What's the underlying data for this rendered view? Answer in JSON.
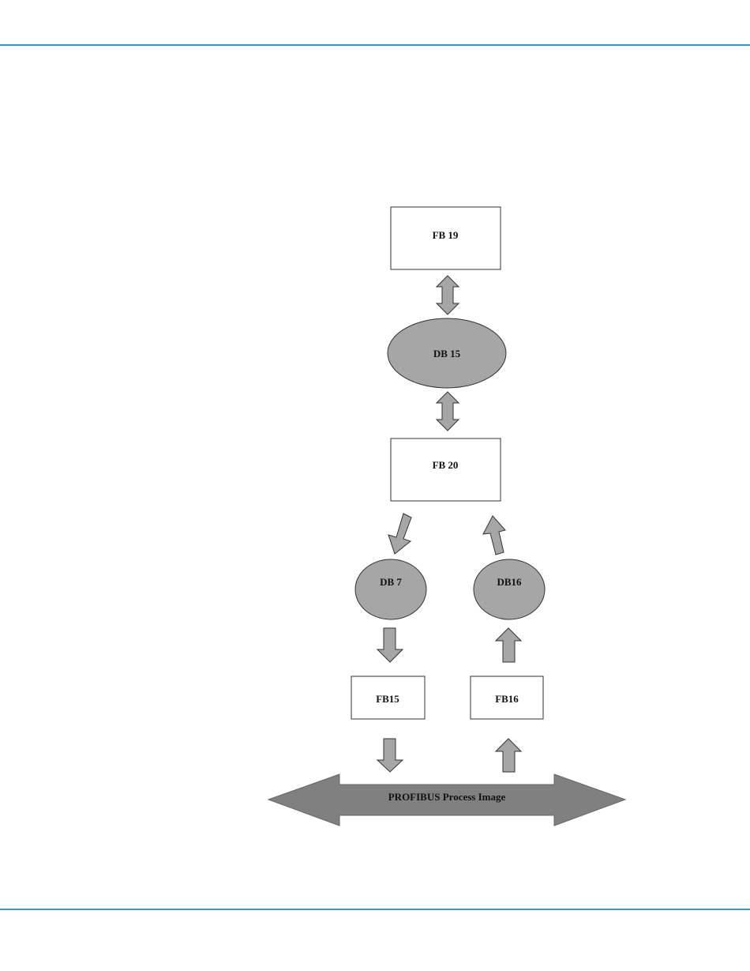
{
  "diagram": {
    "colors": {
      "rule": "#3399cc",
      "box_fill": "#ffffff",
      "ellipse_fill": "#a6a6a6",
      "arrow_fill": "#a6a6a6",
      "bus_fill": "#808080",
      "stroke": "#333333"
    },
    "nodes": {
      "fb19": "FB 19",
      "db15": "DB 15",
      "fb20": "FB 20",
      "db7": "DB 7",
      "db16": "DB16",
      "fb15": "FB15",
      "fb16": "FB16"
    },
    "bus_label": "PROFIBUS Process Image"
  }
}
